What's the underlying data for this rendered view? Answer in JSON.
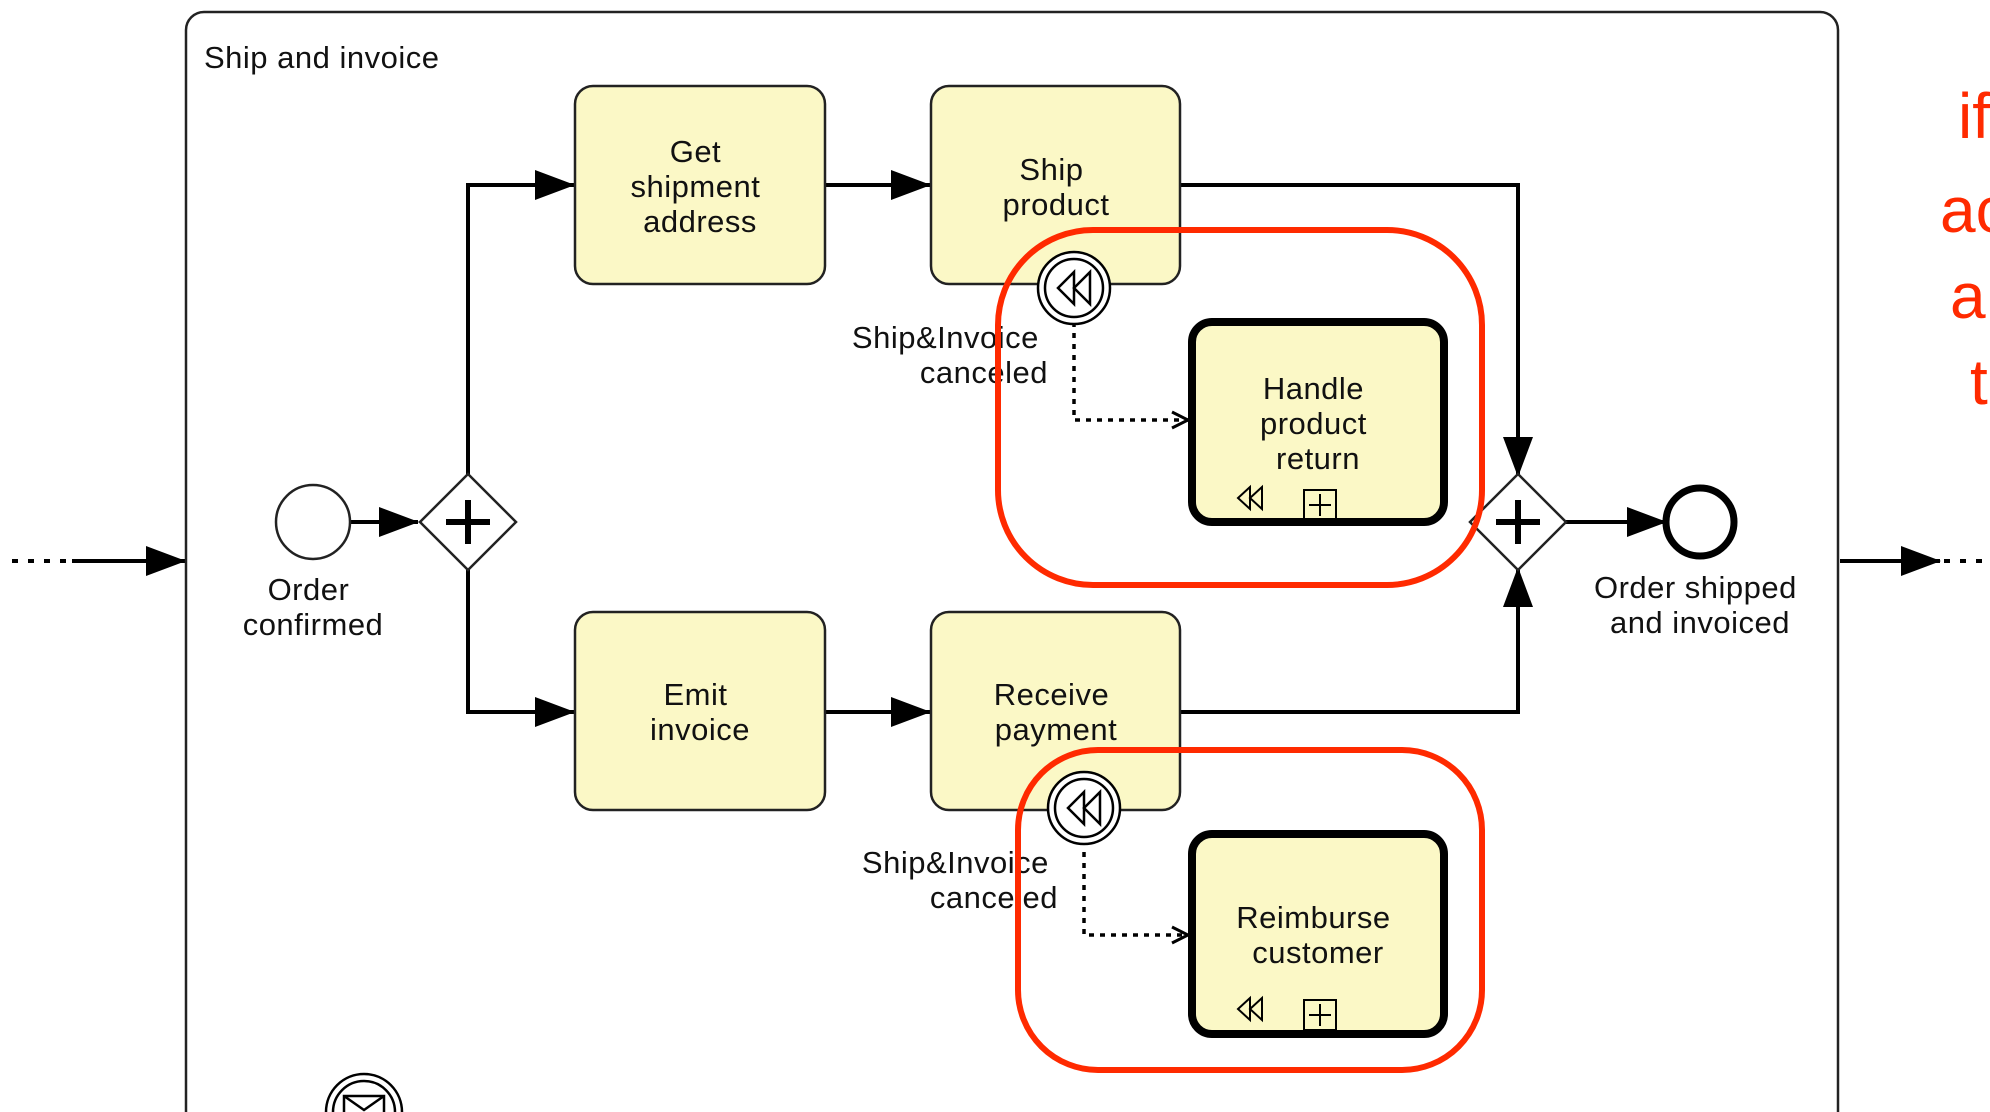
{
  "subprocess": {
    "title": "Ship and invoice"
  },
  "events": {
    "start": {
      "label_line1": "Order",
      "label_line2": "confirmed"
    },
    "end": {
      "label_line1": "Order shipped",
      "label_line2": "and invoiced"
    }
  },
  "tasks": {
    "get_shipment_address": [
      "Get",
      "shipment",
      "address"
    ],
    "ship_product": [
      "Ship",
      "product"
    ],
    "emit_invoice": [
      "Emit",
      "invoice"
    ],
    "receive_payment": [
      "Receive",
      "payment"
    ],
    "handle_product_return": [
      "Handle",
      "product",
      "return"
    ],
    "reimburse_customer": [
      "Reimburse",
      "customer"
    ]
  },
  "boundary_events": {
    "upper": {
      "label_line1": "Ship&Invoice",
      "label_line2": "canceled",
      "icon": "compensation-icon"
    },
    "lower": {
      "label_line1": "Ship&Invoice",
      "label_line2": "canceled",
      "icon": "compensation-icon"
    }
  },
  "gateways": {
    "split": {
      "icon": "plus-icon"
    },
    "join": {
      "icon": "plus-icon"
    }
  },
  "annotation": {
    "lines": [
      "if",
      "ac",
      "a",
      "t"
    ]
  },
  "colors": {
    "task_fill": "#fbf8c6",
    "highlight": "#ff2a00",
    "annotation_text": "#ff2a00"
  }
}
